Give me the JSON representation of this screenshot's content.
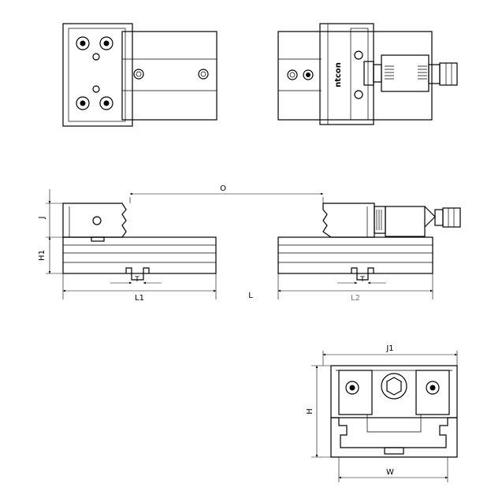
{
  "drawing": {
    "logo_text": "ntcon",
    "dimensions": {
      "O": "O",
      "J": "J",
      "H1": "H1",
      "T_left": "T",
      "T_right": "T",
      "L1": "L1",
      "L": "L",
      "L2": "L2",
      "J1": "J1",
      "H": "H",
      "W": "W"
    },
    "colors": {
      "line": "#000000",
      "background": "#ffffff",
      "L2_label": "#777777"
    }
  }
}
